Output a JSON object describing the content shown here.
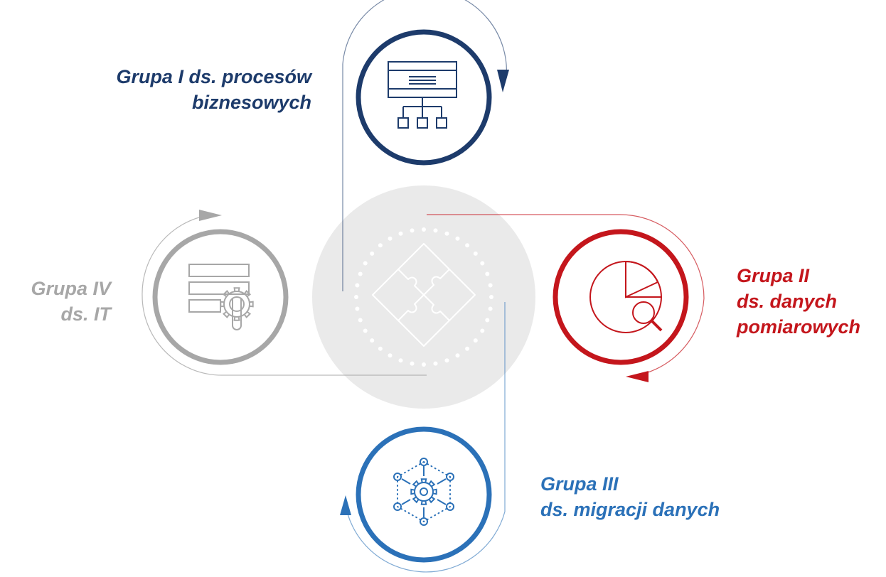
{
  "colors": {
    "group1": "#1d3b6b",
    "group2": "#c4161c",
    "group3": "#2b71b8",
    "group4": "#a7a7a7",
    "center": "#e6e6e6"
  },
  "groups": [
    {
      "id": "group-1",
      "lines": [
        "Grupa I  ds. procesów",
        "biznesowych"
      ],
      "icon": "process-hierarchy-icon"
    },
    {
      "id": "group-2",
      "lines": [
        "Grupa II",
        "ds. danych",
        "pomiarowych"
      ],
      "icon": "pie-chart-search-icon"
    },
    {
      "id": "group-3",
      "lines": [
        "Grupa III",
        "ds. migracji danych"
      ],
      "icon": "network-gear-icon"
    },
    {
      "id": "group-4",
      "lines": [
        "Grupa IV",
        "ds. IT"
      ],
      "icon": "server-wrench-gear-icon"
    }
  ],
  "center": {
    "icon": "puzzle-icon"
  }
}
